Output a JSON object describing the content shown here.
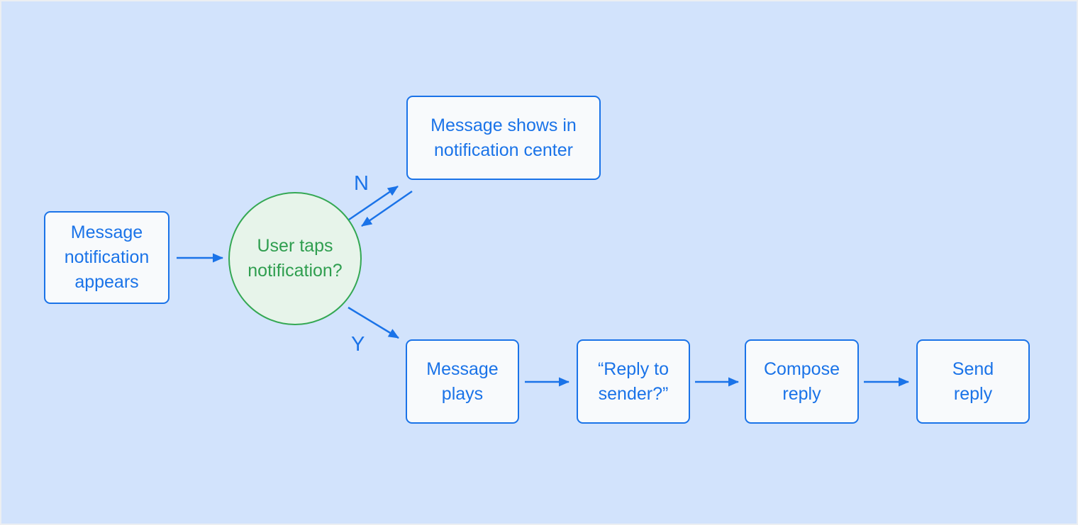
{
  "diagram": {
    "background": "#d2e3fc",
    "accent_blue": "#1a73e8",
    "accent_green": "#34a853",
    "green_text": "#2f9e4f",
    "node_fill": "#f8fafc",
    "decision_fill": "#e7f4ea",
    "nodes": {
      "start": {
        "label": "Message\nnotification\nappears"
      },
      "notification_center": {
        "label": "Message shows in\nnotification center"
      },
      "decision": {
        "label": "User taps\nnotification?"
      },
      "message_plays": {
        "label": "Message\nplays"
      },
      "reply_prompt": {
        "label": "“Reply to\nsender?”"
      },
      "compose_reply": {
        "label": "Compose\nreply"
      },
      "send_reply": {
        "label": "Send\nreply"
      }
    },
    "edge_labels": {
      "no": "N",
      "yes": "Y"
    }
  }
}
